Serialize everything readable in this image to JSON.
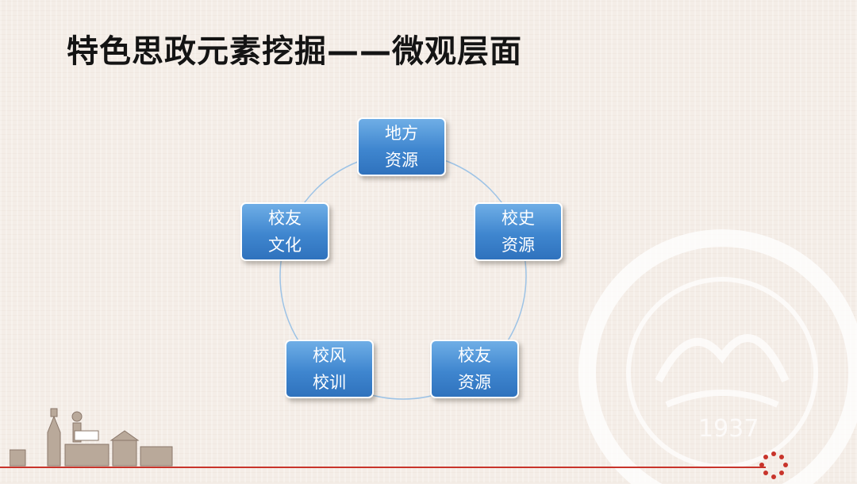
{
  "slide": {
    "title": "特色思政元素挖掘——微观层面"
  },
  "diagram": {
    "type": "cycle",
    "nodes": [
      {
        "id": "top",
        "label": "地方\n资源"
      },
      {
        "id": "right-upper",
        "label": "校史\n资源"
      },
      {
        "id": "right-lower",
        "label": "校友\n资源"
      },
      {
        "id": "left-lower",
        "label": "校风\n校训"
      },
      {
        "id": "left-upper",
        "label": "校友\n文化"
      }
    ]
  },
  "decor": {
    "seal_year": "1937",
    "accent_color": "#c8342b",
    "node_color": "#3f86cf",
    "ring_color": "#9dc3e6"
  }
}
